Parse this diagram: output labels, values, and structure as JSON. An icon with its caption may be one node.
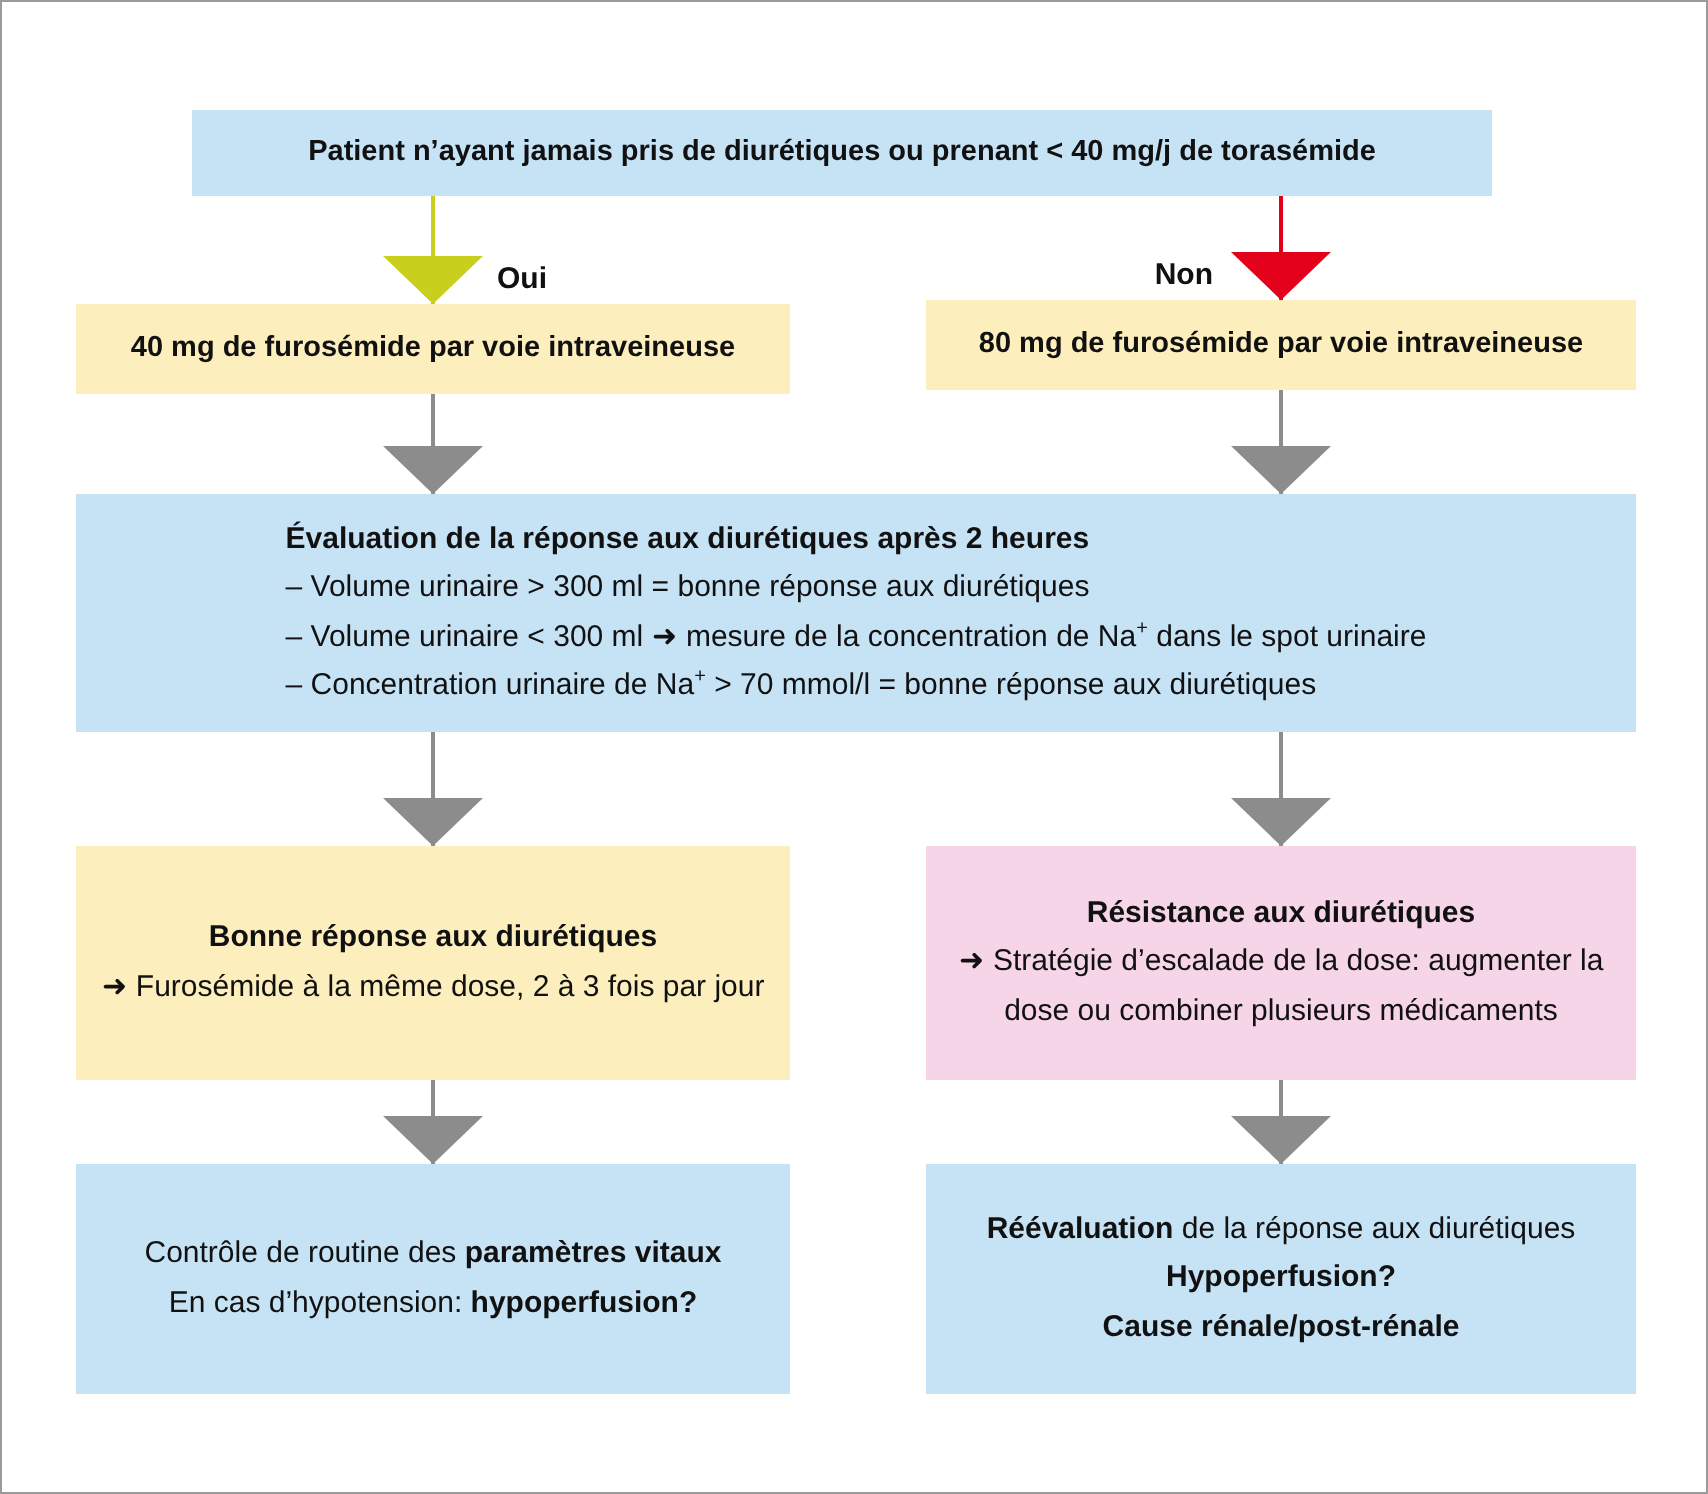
{
  "diagram": {
    "nodes": [
      {
        "text": [
          "Patient n’ayant jamais pris de diurétiques ou prenant < 40 mg/j de torasémide"
        ]
      },
      {
        "text": [
          "40 mg de furosémide par voie intraveineuse"
        ]
      },
      {
        "text": [
          "80 mg de furosémide par voie intraveineuse"
        ]
      },
      {
        "text": [
          "Évaluation de la réponse aux diurétiques après 2 heures",
          "– Volume urinaire > 300 ml = bonne réponse aux diurétiques",
          "– Volume urinaire < 300 ml ➜ mesure de la concentration de Na$^{+}$ dans le spot urinaire",
          "– Concentration urinaire de Na$^{+}$ > 70 mmol/l = bonne réponse aux diurétiques"
        ]
      },
      {
        "text": [
          "Bonne réponse aux diurétiques",
          "➜ Furosémide à la même dose, 2 à 3 fois par jour"
        ]
      },
      {
        "text": [
          "Résistance aux diurétiques",
          "➜ Stratégie d’escalade de la dose: augmenter la dose ou combiner plusieurs médicaments"
        ]
      },
      {
        "text": [
          "Contrôle de routine des **paramètres vitaux**",
          "En cas d’hypotension: **hypoperfusion?**"
        ]
      },
      {
        "text": [
          "**Réévaluation** de la réponse aux diurétiques",
          "Hypoperfusion?",
          "Cause rénale/post-rénale"
        ]
      }
    ],
    "edges": [
      {
        "from": 0,
        "to": 1,
        "arrow": "to",
        "label": "Oui",
        "color": "#c8cf1c"
      },
      {
        "from": 0,
        "to": 2,
        "arrow": "to",
        "label": "Non",
        "color": "#e2001a"
      },
      {
        "from": 1,
        "to": 3,
        "arrow": "to"
      },
      {
        "from": 2,
        "to": 3,
        "arrow": "to"
      },
      {
        "from": 3,
        "to": 4,
        "arrow": "to"
      },
      {
        "from": 3,
        "to": 5,
        "arrow": "to"
      },
      {
        "from": 4,
        "to": 6,
        "arrow": "to"
      },
      {
        "from": 5,
        "to": 7,
        "arrow": "to"
      }
    ]
  }
}
